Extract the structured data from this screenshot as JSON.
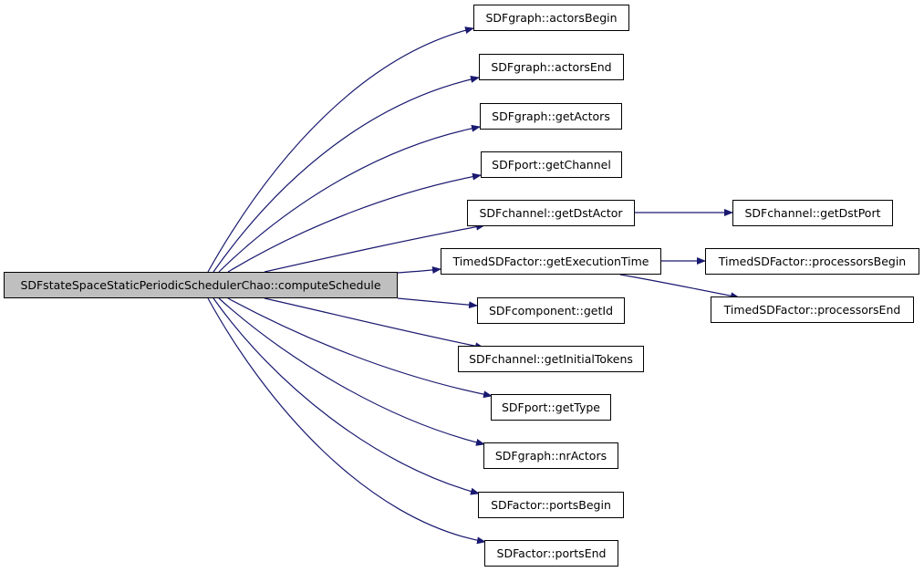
{
  "graph": {
    "type": "call-graph",
    "edge_color": "#191970",
    "root_fill": "#bfbfbf",
    "node_fill": "#ffffff",
    "root": {
      "id": "root",
      "label": "SDFstateSpaceStaticPeriodicSchedulerChao::computeSchedule"
    },
    "nodes": [
      {
        "id": "actorsBegin",
        "label": "SDFgraph::actorsBegin"
      },
      {
        "id": "actorsEnd",
        "label": "SDFgraph::actorsEnd"
      },
      {
        "id": "getActors",
        "label": "SDFgraph::getActors"
      },
      {
        "id": "getChannel",
        "label": "SDFport::getChannel"
      },
      {
        "id": "getDstActor",
        "label": "SDFchannel::getDstActor"
      },
      {
        "id": "getExecutionTime",
        "label": "TimedSDFactor::getExecutionTime"
      },
      {
        "id": "getId",
        "label": "SDFcomponent::getId"
      },
      {
        "id": "getInitialTokens",
        "label": "SDFchannel::getInitialTokens"
      },
      {
        "id": "getType",
        "label": "SDFport::getType"
      },
      {
        "id": "nrActors",
        "label": "SDFgraph::nrActors"
      },
      {
        "id": "portsBegin",
        "label": "SDFactor::portsBegin"
      },
      {
        "id": "portsEnd",
        "label": "SDFactor::portsEnd"
      },
      {
        "id": "getDstPort",
        "label": "SDFchannel::getDstPort"
      },
      {
        "id": "processorsBegin",
        "label": "TimedSDFactor::processorsBegin"
      },
      {
        "id": "processorsEnd",
        "label": "TimedSDFactor::processorsEnd"
      }
    ],
    "edges": [
      {
        "from": "root",
        "to": "actorsBegin"
      },
      {
        "from": "root",
        "to": "actorsEnd"
      },
      {
        "from": "root",
        "to": "getActors"
      },
      {
        "from": "root",
        "to": "getChannel"
      },
      {
        "from": "root",
        "to": "getDstActor"
      },
      {
        "from": "root",
        "to": "getExecutionTime"
      },
      {
        "from": "root",
        "to": "getId"
      },
      {
        "from": "root",
        "to": "getInitialTokens"
      },
      {
        "from": "root",
        "to": "getType"
      },
      {
        "from": "root",
        "to": "nrActors"
      },
      {
        "from": "root",
        "to": "portsBegin"
      },
      {
        "from": "root",
        "to": "portsEnd"
      },
      {
        "from": "getDstActor",
        "to": "getDstPort"
      },
      {
        "from": "getExecutionTime",
        "to": "processorsBegin"
      },
      {
        "from": "getExecutionTime",
        "to": "processorsEnd"
      }
    ]
  }
}
